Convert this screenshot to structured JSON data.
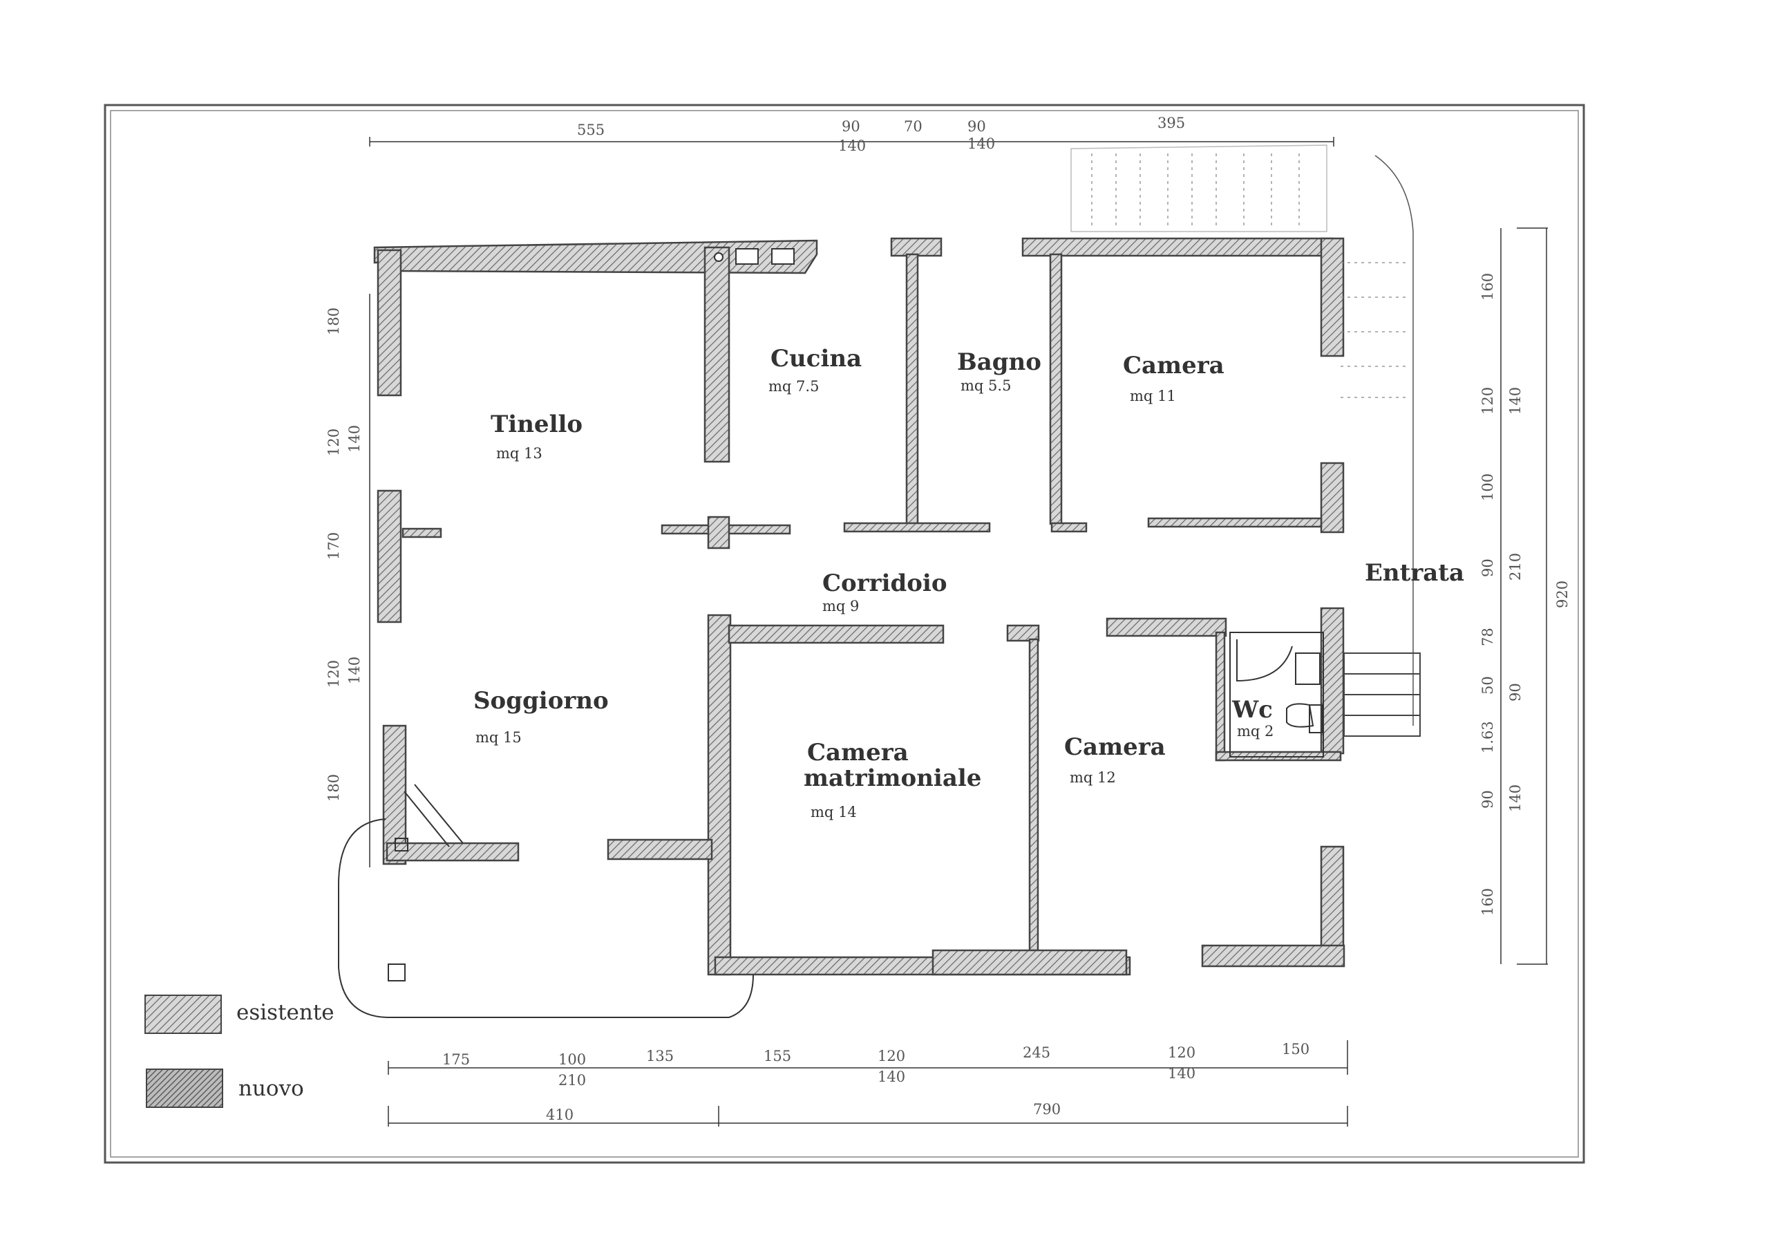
{
  "rooms": {
    "tinello": {
      "name": "Tinello",
      "area": "mq 13"
    },
    "cucina": {
      "name": "Cucina",
      "area": "mq 7.5"
    },
    "bagno": {
      "name": "Bagno",
      "area": "mq 5.5"
    },
    "camera_11": {
      "name": "Camera",
      "area": "mq 11"
    },
    "corridoio": {
      "name": "Corridoio",
      "area": "mq 9"
    },
    "entrata": {
      "name": "Entrata"
    },
    "soggiorno": {
      "name": "Soggiorno",
      "area": "mq 15"
    },
    "matrimoniale": {
      "name_line1": "Camera",
      "name_line2": "matrimoniale",
      "area": "mq 14"
    },
    "camera_12": {
      "name": "Camera",
      "area": "mq 12"
    },
    "wc": {
      "name": "Wc",
      "area": "mq 2"
    }
  },
  "dimensions": {
    "top": [
      "555",
      "90",
      "70",
      "90",
      "395",
      "140",
      "140"
    ],
    "bottom_row1": [
      "175",
      "100",
      "135",
      "155",
      "120",
      "245",
      "120",
      "150"
    ],
    "bottom_row1_totals": [
      "210",
      "140",
      "140"
    ],
    "bottom_row2": [
      "410",
      "790"
    ],
    "left": [
      "180",
      "120",
      "140",
      "170",
      "120",
      "140",
      "180"
    ],
    "right_inner": [
      "160",
      "120",
      "100",
      "90",
      "78",
      "50",
      "1.63",
      "90",
      "160"
    ],
    "right_outer": [
      "140",
      "210",
      "90",
      "140",
      "920"
    ]
  },
  "legend": {
    "existing": "esistente",
    "new": "nuovo"
  }
}
